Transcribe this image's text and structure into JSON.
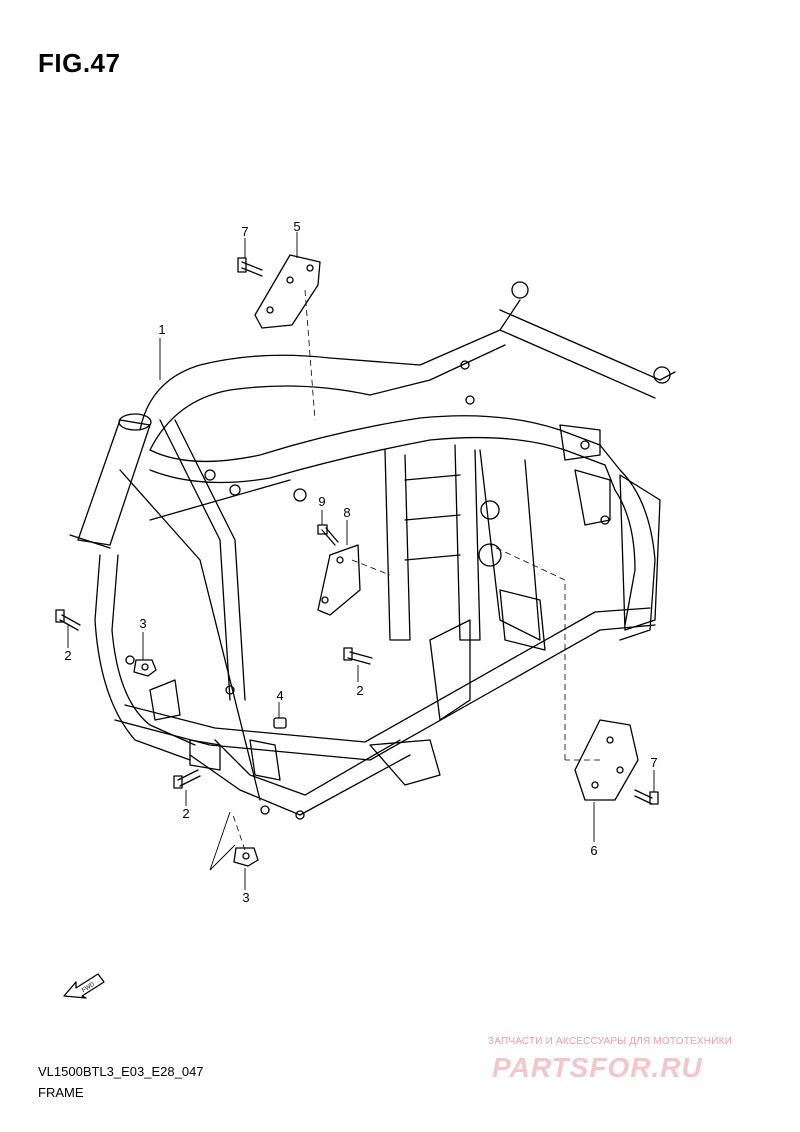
{
  "figure": {
    "title": "FIG.47"
  },
  "parts": [
    {
      "num": "1"
    },
    {
      "num": "2"
    },
    {
      "num": "2"
    },
    {
      "num": "2"
    },
    {
      "num": "3"
    },
    {
      "num": "3"
    },
    {
      "num": "4"
    },
    {
      "num": "5"
    },
    {
      "num": "6"
    },
    {
      "num": "7"
    },
    {
      "num": "7"
    },
    {
      "num": "8"
    },
    {
      "num": "9"
    }
  ],
  "fwd_label": "FWD",
  "footer": {
    "code": "VL1500BTL3_E03_E28_047",
    "caption": "FRAME"
  },
  "watermark": {
    "top": "ЗАПЧАСТИ И АКСЕССУАРЫ ДЛЯ МОТОТЕХНИКИ",
    "main": "PARTSFOR.RU"
  },
  "colors": {
    "line": "#000000",
    "background": "#ffffff",
    "watermark": "#e8a0a8"
  }
}
